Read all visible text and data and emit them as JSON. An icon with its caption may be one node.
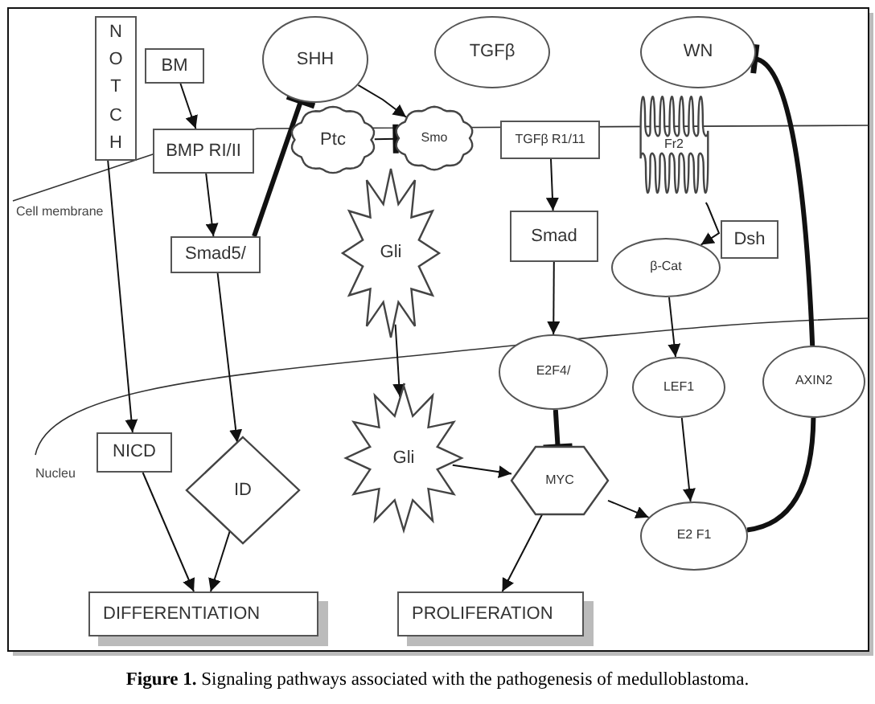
{
  "diagram": {
    "caption": "**Figure 1.** Signaling pathways associated with the pathogenesis of medulloblastoma.",
    "nodes": [
      {
        "text": [
          "NOTCH"
        ]
      },
      {
        "text": [
          "BM"
        ]
      },
      {
        "text": [
          "BMP RI/II"
        ]
      },
      {
        "text": [
          "Smad5/"
        ]
      },
      {
        "text": [
          "SHH"
        ]
      },
      {
        "text": [
          "Ptc"
        ]
      },
      {
        "text": [
          "Smo"
        ]
      },
      {
        "text": [
          "Gli"
        ]
      },
      {
        "text": [
          "TGFβ"
        ]
      },
      {
        "text": [
          "TGFβ R1/11"
        ]
      },
      {
        "text": [
          "Smad"
        ]
      },
      {
        "text": [
          "WN"
        ]
      },
      {
        "text": [
          "Fr2"
        ]
      },
      {
        "text": [
          "Dsh"
        ]
      },
      {
        "text": [
          "β-Cat"
        ]
      },
      {
        "text": [
          "E2F4/"
        ]
      },
      {
        "text": [
          "LEF1"
        ]
      },
      {
        "text": [
          "AXIN2"
        ]
      },
      {
        "text": [
          "NICD"
        ]
      },
      {
        "text": [
          "ID"
        ]
      },
      {
        "text": [
          "Gli"
        ]
      },
      {
        "text": [
          "MYC"
        ]
      },
      {
        "text": [
          "E2 F1"
        ]
      },
      {
        "text": [
          "DIFFERENTIATION"
        ]
      },
      {
        "text": [
          "PROLIFERATION"
        ]
      }
    ],
    "edges": [
      {
        "from": 1,
        "to": 2,
        "arrow": "to"
      },
      {
        "from": 2,
        "to": 3,
        "arrow": "to"
      },
      {
        "from": 3,
        "to": 4,
        "arrow": "other",
        "style": "thick"
      },
      {
        "from": 4,
        "to": 6,
        "arrow": "to"
      },
      {
        "from": 5,
        "to": 6,
        "arrow": "other"
      },
      {
        "from": 7,
        "to": 20,
        "arrow": "to"
      },
      {
        "from": 0,
        "to": 18,
        "arrow": "to"
      },
      {
        "from": 3,
        "to": 19,
        "arrow": "to"
      },
      {
        "from": 18,
        "to": 23,
        "arrow": "to"
      },
      {
        "from": 19,
        "to": 23,
        "arrow": "to"
      },
      {
        "from": 9,
        "to": 10,
        "arrow": "to"
      },
      {
        "from": 10,
        "to": 15,
        "arrow": "to"
      },
      {
        "from": 15,
        "to": 21,
        "arrow": "other",
        "style": "thick"
      },
      {
        "from": 12,
        "to": 14,
        "arrow": "to"
      },
      {
        "from": 14,
        "to": 16,
        "arrow": "to"
      },
      {
        "from": 16,
        "to": 22,
        "arrow": "to"
      },
      {
        "from": 20,
        "to": 21,
        "arrow": "to"
      },
      {
        "from": 21,
        "to": 22,
        "arrow": "to"
      },
      {
        "from": 21,
        "to": 24,
        "arrow": "to"
      },
      {
        "from": 22,
        "to": 17,
        "arrow": "none",
        "style": "thick"
      },
      {
        "from": 17,
        "to": 11,
        "arrow": "other",
        "style": "thick"
      }
    ],
    "labels": [
      "Cell membrane",
      "Nucleu"
    ]
  }
}
